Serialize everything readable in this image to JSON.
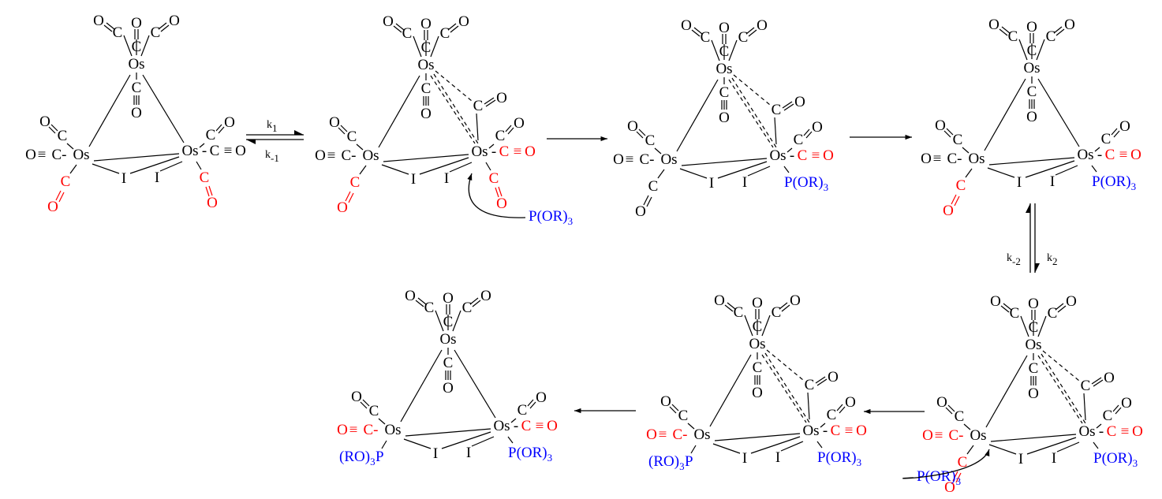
{
  "colors": {
    "normal": "#000000",
    "highlight": "#ff0000",
    "ligand": "#0000ff"
  },
  "atoms": {
    "metal": "Os",
    "bridge": "I",
    "carbon": "C",
    "oxygen": "O"
  },
  "ligand_text": {
    "phosphite": "P(OR)",
    "phosphite_left": "(RO)",
    "phosphite_left_p": "P",
    "subscript": "3"
  },
  "bond_text": {
    "triple": "≡",
    "single": "-"
  },
  "rate_constants": {
    "k1": {
      "base": "k",
      "sub": "1"
    },
    "k_minus1": {
      "base": "k",
      "sub": "-1"
    },
    "k2": {
      "base": "k",
      "sub": "2"
    },
    "k_minus2": {
      "base": "k",
      "sub": "-2"
    }
  },
  "structures": [
    {
      "id": "s1",
      "apical_bridging": 0,
      "right_phosphite": false,
      "left_phosphite": false,
      "left_co_red": true,
      "right_co_red": true,
      "incoming_phosphite": false
    },
    {
      "id": "s2",
      "apical_bridging": 1,
      "right_phosphite": false,
      "left_phosphite": false,
      "left_co_red": true,
      "right_co_red": true,
      "incoming_phosphite": true
    },
    {
      "id": "s3",
      "apical_bridging": 1,
      "right_phosphite": true,
      "left_phosphite": false,
      "left_co_red": false,
      "right_co_red": true,
      "incoming_phosphite": false
    },
    {
      "id": "s4",
      "apical_bridging": 0,
      "right_phosphite": true,
      "left_phosphite": false,
      "left_co_red": true,
      "right_co_red": true,
      "incoming_phosphite": false
    },
    {
      "id": "s5",
      "apical_bridging": 1,
      "right_phosphite": true,
      "left_phosphite": false,
      "left_co_red": true,
      "right_co_red": true,
      "incoming_phosphite": true
    },
    {
      "id": "s6",
      "apical_bridging": 1,
      "right_phosphite": true,
      "left_phosphite": true,
      "left_co_red": true,
      "right_co_red": true,
      "incoming_phosphite": false
    },
    {
      "id": "s7",
      "apical_bridging": 0,
      "right_phosphite": true,
      "left_phosphite": true,
      "left_co_red": true,
      "right_co_red": true,
      "incoming_phosphite": false
    }
  ]
}
